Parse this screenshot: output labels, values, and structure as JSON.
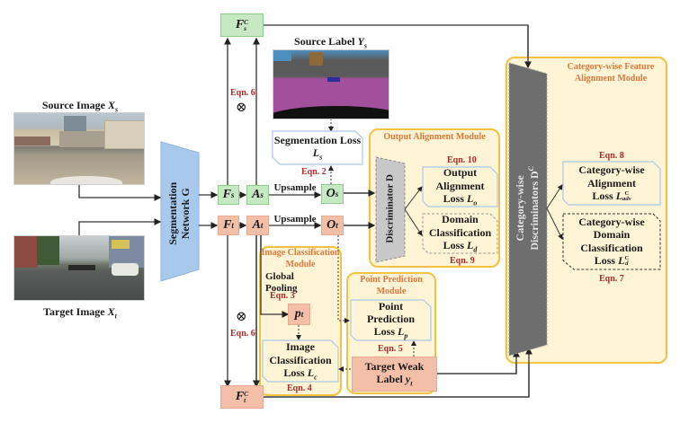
{
  "inputs": {
    "source_image": {
      "title": "Source Image",
      "symbol": "X",
      "sub": "s"
    },
    "target_image": {
      "title": "Target Image",
      "symbol": "X",
      "sub": "t"
    },
    "source_label": {
      "title": "Source Label",
      "symbol": "Y",
      "sub": "s"
    }
  },
  "network": {
    "line1": "Segmentation",
    "line2": "Network G"
  },
  "features": {
    "Fs": {
      "sym": "F",
      "sub": "s"
    },
    "As": {
      "sym": "A",
      "sub": "s"
    },
    "Os": {
      "sym": "O",
      "sub": "s"
    },
    "Ft": {
      "sym": "F",
      "sub": "t"
    },
    "At": {
      "sym": "A",
      "sub": "t"
    },
    "Ot": {
      "sym": "O",
      "sub": "t"
    },
    "FsC": {
      "sym": "F",
      "sub": "s",
      "sup": "C"
    },
    "FtC": {
      "sym": "F",
      "sub": "t",
      "sup": "C"
    },
    "pt": {
      "sym": "p",
      "sub": "t"
    }
  },
  "edge_labels": {
    "upsample_s": "Upsample",
    "upsample_t": "Upsample",
    "global_pooling": "Global Pooling",
    "otimes": "⊗"
  },
  "equations": {
    "eqn2": "Eqn. 2",
    "eqn3": "Eqn. 3",
    "eqn4": "Eqn. 4",
    "eqn5": "Eqn. 5",
    "eqn6_top": "Eqn. 6",
    "eqn6_bottom": "Eqn. 6",
    "eqn7": "Eqn. 7",
    "eqn8": "Eqn. 8",
    "eqn9": "Eqn. 9",
    "eqn10": "Eqn. 10"
  },
  "losses": {
    "segmentation": {
      "text": "Segmentation Loss",
      "sym": "L",
      "sub": "s"
    },
    "image_classification": {
      "text1": "Image",
      "text2": "Classification",
      "text3": "Loss",
      "sym": "L",
      "sub": "c"
    },
    "point_prediction": {
      "text1": "Point",
      "text2": "Prediction",
      "text3": "Loss",
      "sym": "L",
      "sub": "p"
    },
    "output_alignment": {
      "text1": "Output",
      "text2": "Alignment",
      "text3": "Loss",
      "sym": "L",
      "sub": "o"
    },
    "domain_classification": {
      "text1": "Domain",
      "text2": "Classification",
      "text3": "Loss",
      "sym": "L",
      "sub": "d"
    },
    "cw_alignment": {
      "text1": "Category-wise",
      "text2": "Alignment",
      "text3": "Loss",
      "sym": "L",
      "sup": "C",
      "sub": "adv"
    },
    "cw_domain": {
      "text1": "Category-wise",
      "text2": "Domain",
      "text3": "Classification",
      "text4": "Loss",
      "sym": "L",
      "sup": "C",
      "sub": "d"
    }
  },
  "weak_label": {
    "text1": "Target Weak",
    "text2": "Label",
    "sym": "y",
    "sub": "t"
  },
  "modules": {
    "image_classification": "Image Classification Module",
    "point_prediction": "Point Prediction Module",
    "output_alignment": "Output Alignment Module",
    "category_alignment": "Category-wise Feature Alignment Module"
  },
  "discriminators": {
    "output": "Discriminator D",
    "category": {
      "line1": "Category-wise",
      "line2": "Discriminators D",
      "sup": "C"
    }
  },
  "colors": {
    "source_green": "#c6e8c3",
    "target_salmon": "#f4bfa9",
    "network_blue": "#a9c9ec",
    "module_bg": "#fff5d6",
    "module_border": "#f2c242",
    "module_title": "#e0783c",
    "eqn_red": "#b02a2a",
    "loss_border": "#a9c8e8"
  }
}
